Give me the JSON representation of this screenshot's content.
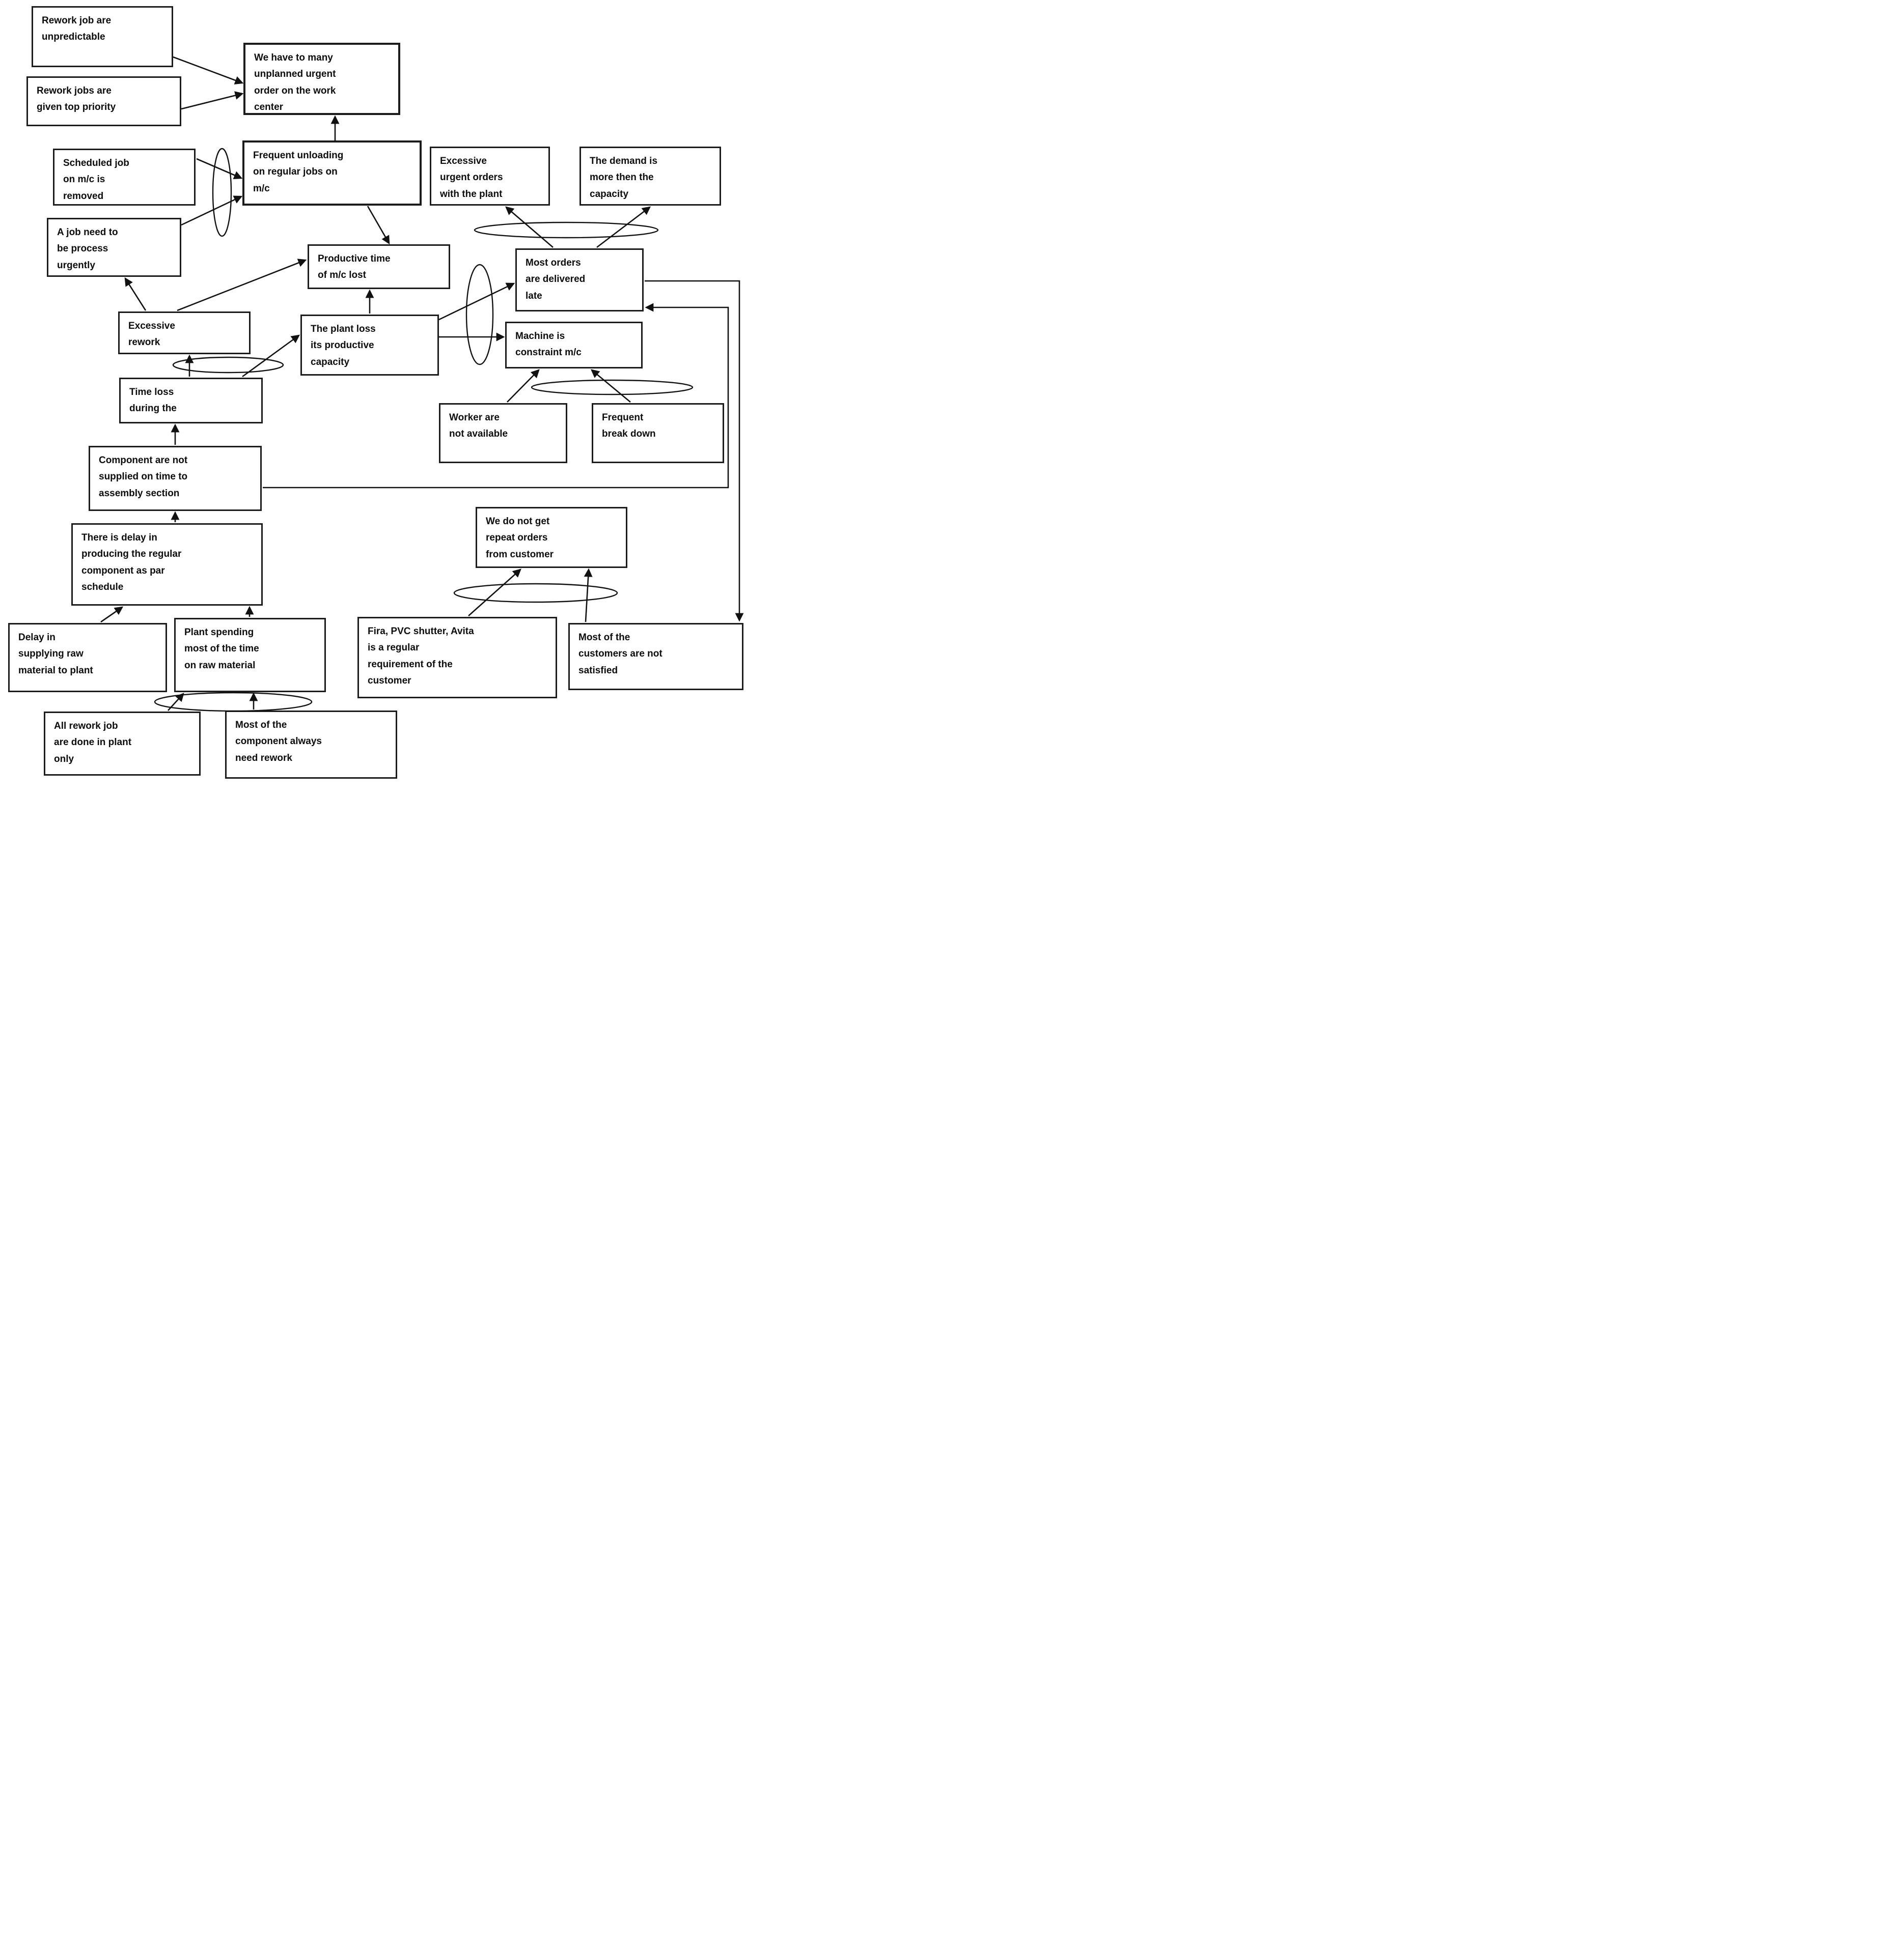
{
  "diagram": {
    "type": "cause-effect-tree",
    "nodes": {
      "n1": {
        "name": "rework-jobs-unpredictable",
        "text": "Rework job are\nunpredictable"
      },
      "n2": {
        "name": "rework-jobs-top-priority",
        "text": "Rework jobs are\ngiven top priority"
      },
      "n3": {
        "name": "too-many-unplanned-orders",
        "text": "We have to many\nunplanned urgent\norder on the work\ncenter"
      },
      "n4": {
        "name": "scheduled-job-removed",
        "text": "Scheduled job\non m/c is\nremoved"
      },
      "n5": {
        "name": "job-needs-urgent-process",
        "text": "A  job need to\nbe process\nurgently"
      },
      "n6": {
        "name": "frequent-unloading",
        "text": "Frequent unloading\non regular jobs on\nm/c"
      },
      "n7": {
        "name": "excessive-urgent-orders",
        "text": "Excessive\nurgent orders\nwith the plant"
      },
      "n8": {
        "name": "demand-more-than-capacity",
        "text": "The demand is\nmore then the\ncapacity"
      },
      "n9": {
        "name": "productive-time-lost",
        "text": "Productive time\nof m/c lost"
      },
      "n10": {
        "name": "orders-delivered-late",
        "text": "Most orders\nare delivered\nlate"
      },
      "n11": {
        "name": "excessive-rework",
        "text": "Excessive\nrework"
      },
      "n12": {
        "name": "plant-loses-capacity",
        "text": "The plant loss\nits productive\ncapacity"
      },
      "n13": {
        "name": "machine-is-constraint",
        "text": "Machine is\nconstraint m/c"
      },
      "n14": {
        "name": "time-loss-during-the",
        "text": "Time loss\nduring the"
      },
      "n15": {
        "name": "workers-not-available",
        "text": "Worker  are\nnot available"
      },
      "n16": {
        "name": "frequent-break-down",
        "text": "Frequent\nbreak down"
      },
      "n17": {
        "name": "components-not-supplied",
        "text": "Component are not\nsupplied on time to\nassembly section"
      },
      "n18": {
        "name": "delay-producing-regular",
        "text": "There is delay in\nproducing the regular\ncomponent as par\nschedule"
      },
      "n19": {
        "name": "no-repeat-orders",
        "text": "We do not get\nrepeat orders\nfrom customer"
      },
      "n20": {
        "name": "delay-supplying-raw",
        "text": "Delay in\nsupplying raw\nmaterial to plant"
      },
      "n21": {
        "name": "plant-time-on-raw-material",
        "text": "Plant spending\nmost of the time\non raw material"
      },
      "n22": {
        "name": "fira-pvc-avita-requirement",
        "text": "Fira, PVC shutter, Avita\nis a regular\nrequirement of the\ncustomer"
      },
      "n23": {
        "name": "customers-not-satisfied",
        "text": "Most of the\ncustomers are not\nsatisfied"
      },
      "n24": {
        "name": "rework-done-in-plant",
        "text": "All rework job\nare done in plant\nonly"
      },
      "n25": {
        "name": "components-need-rework",
        "text": "Most of the\ncomponent  always\nneed rework"
      }
    },
    "edges": [
      {
        "from": "n1",
        "to": "n3"
      },
      {
        "from": "n2",
        "to": "n3"
      },
      {
        "from": "n6",
        "to": "n3"
      },
      {
        "from": "n4",
        "to": "n6",
        "junction": "and-1"
      },
      {
        "from": "n5",
        "to": "n6",
        "junction": "and-1"
      },
      {
        "from": "n6",
        "to": "n9"
      },
      {
        "from": "n12",
        "to": "n9"
      },
      {
        "from": "n11",
        "to": "n5"
      },
      {
        "from": "n11",
        "to": "n9"
      },
      {
        "from": "n14",
        "to": "n11",
        "junction": "and-4"
      },
      {
        "from": "n14",
        "to": "n12",
        "junction": "and-4"
      },
      {
        "from": "n12",
        "to": "n10",
        "junction": "and-3"
      },
      {
        "from": "n12",
        "to": "n13",
        "junction": "and-3"
      },
      {
        "from": "n10",
        "to": "n7",
        "junction": "and-2"
      },
      {
        "from": "n10",
        "to": "n8",
        "junction": "and-2"
      },
      {
        "from": "n15",
        "to": "n13",
        "junction": "and-5"
      },
      {
        "from": "n16",
        "to": "n13",
        "junction": "and-5"
      },
      {
        "from": "n17",
        "to": "n14"
      },
      {
        "from": "n17",
        "to": "n10"
      },
      {
        "from": "n10",
        "to": "n23"
      },
      {
        "from": "n18",
        "to": "n17"
      },
      {
        "from": "n20",
        "to": "n18"
      },
      {
        "from": "n21",
        "to": "n18"
      },
      {
        "from": "n24",
        "to": "n21",
        "junction": "and-7"
      },
      {
        "from": "n25",
        "to": "n21",
        "junction": "and-7"
      },
      {
        "from": "n22",
        "to": "n19",
        "junction": "and-6"
      },
      {
        "from": "n23",
        "to": "n19",
        "junction": "and-6"
      }
    ],
    "junctions": [
      "and-1",
      "and-2",
      "and-3",
      "and-4",
      "and-5",
      "and-6",
      "and-7"
    ],
    "colors": {
      "line": "#111111",
      "box_border": "#1c1c1c",
      "text": "#0d0d0d",
      "background": "#ffffff"
    }
  }
}
